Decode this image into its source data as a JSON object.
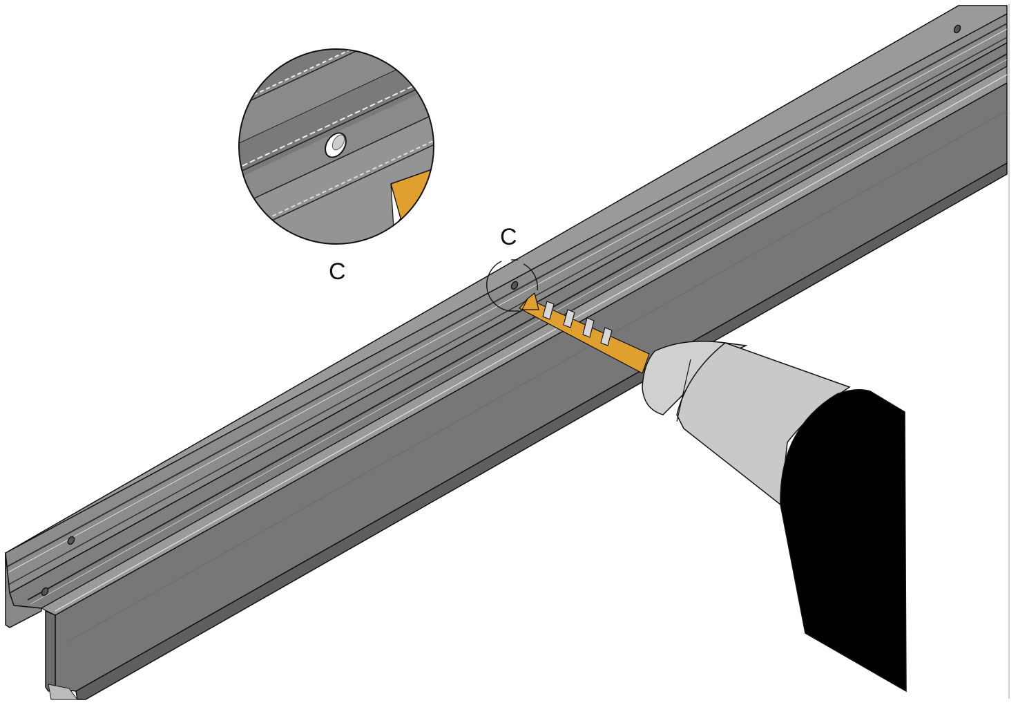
{
  "diagram": {
    "callout_label": "C",
    "detail_label": "C"
  },
  "colors": {
    "rail_top": "#8e8e8e",
    "rail_face": "#777777",
    "rail_dark": "#5f5f5f",
    "drill_bit": "#e0a030",
    "drill_chuck": "#cfcfcf",
    "drill_body": "#000000",
    "outline": "#111111"
  },
  "icons": {
    "rail": "aluminium-rail-profile",
    "drill": "power-drill-icon",
    "bit": "drill-bit-icon",
    "detail": "magnified-detail-circle"
  }
}
